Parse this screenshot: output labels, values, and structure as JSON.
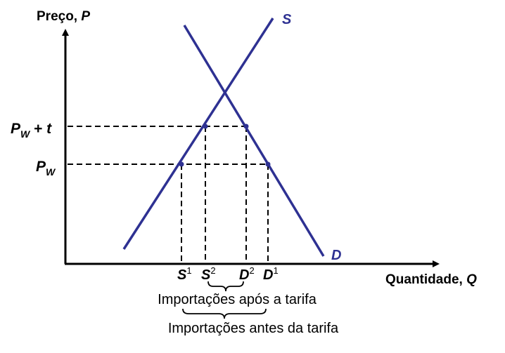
{
  "axes": {
    "y_label_prefix": "Preço, ",
    "y_label_symbol": "P",
    "x_label_prefix": "Quantidade, ",
    "x_label_symbol": "Q"
  },
  "price_labels": {
    "pw_t": {
      "base": "P",
      "sub": "W",
      "rest": " + ",
      "t": "t"
    },
    "pw": {
      "base": "P",
      "sub": "W"
    }
  },
  "curves": {
    "supply": "S",
    "demand": "D"
  },
  "quantity_labels": {
    "s1": {
      "base": "S",
      "sup": "1"
    },
    "s2": {
      "base": "S",
      "sup": "2"
    },
    "d2": {
      "base": "D",
      "sup": "2"
    },
    "d1": {
      "base": "D",
      "sup": "1"
    }
  },
  "annotations": {
    "imports_after": "Importações após a tarifa",
    "imports_before": "Importações antes da tarifa"
  },
  "colors": {
    "curve": "#2e3192",
    "axis": "#000000"
  }
}
